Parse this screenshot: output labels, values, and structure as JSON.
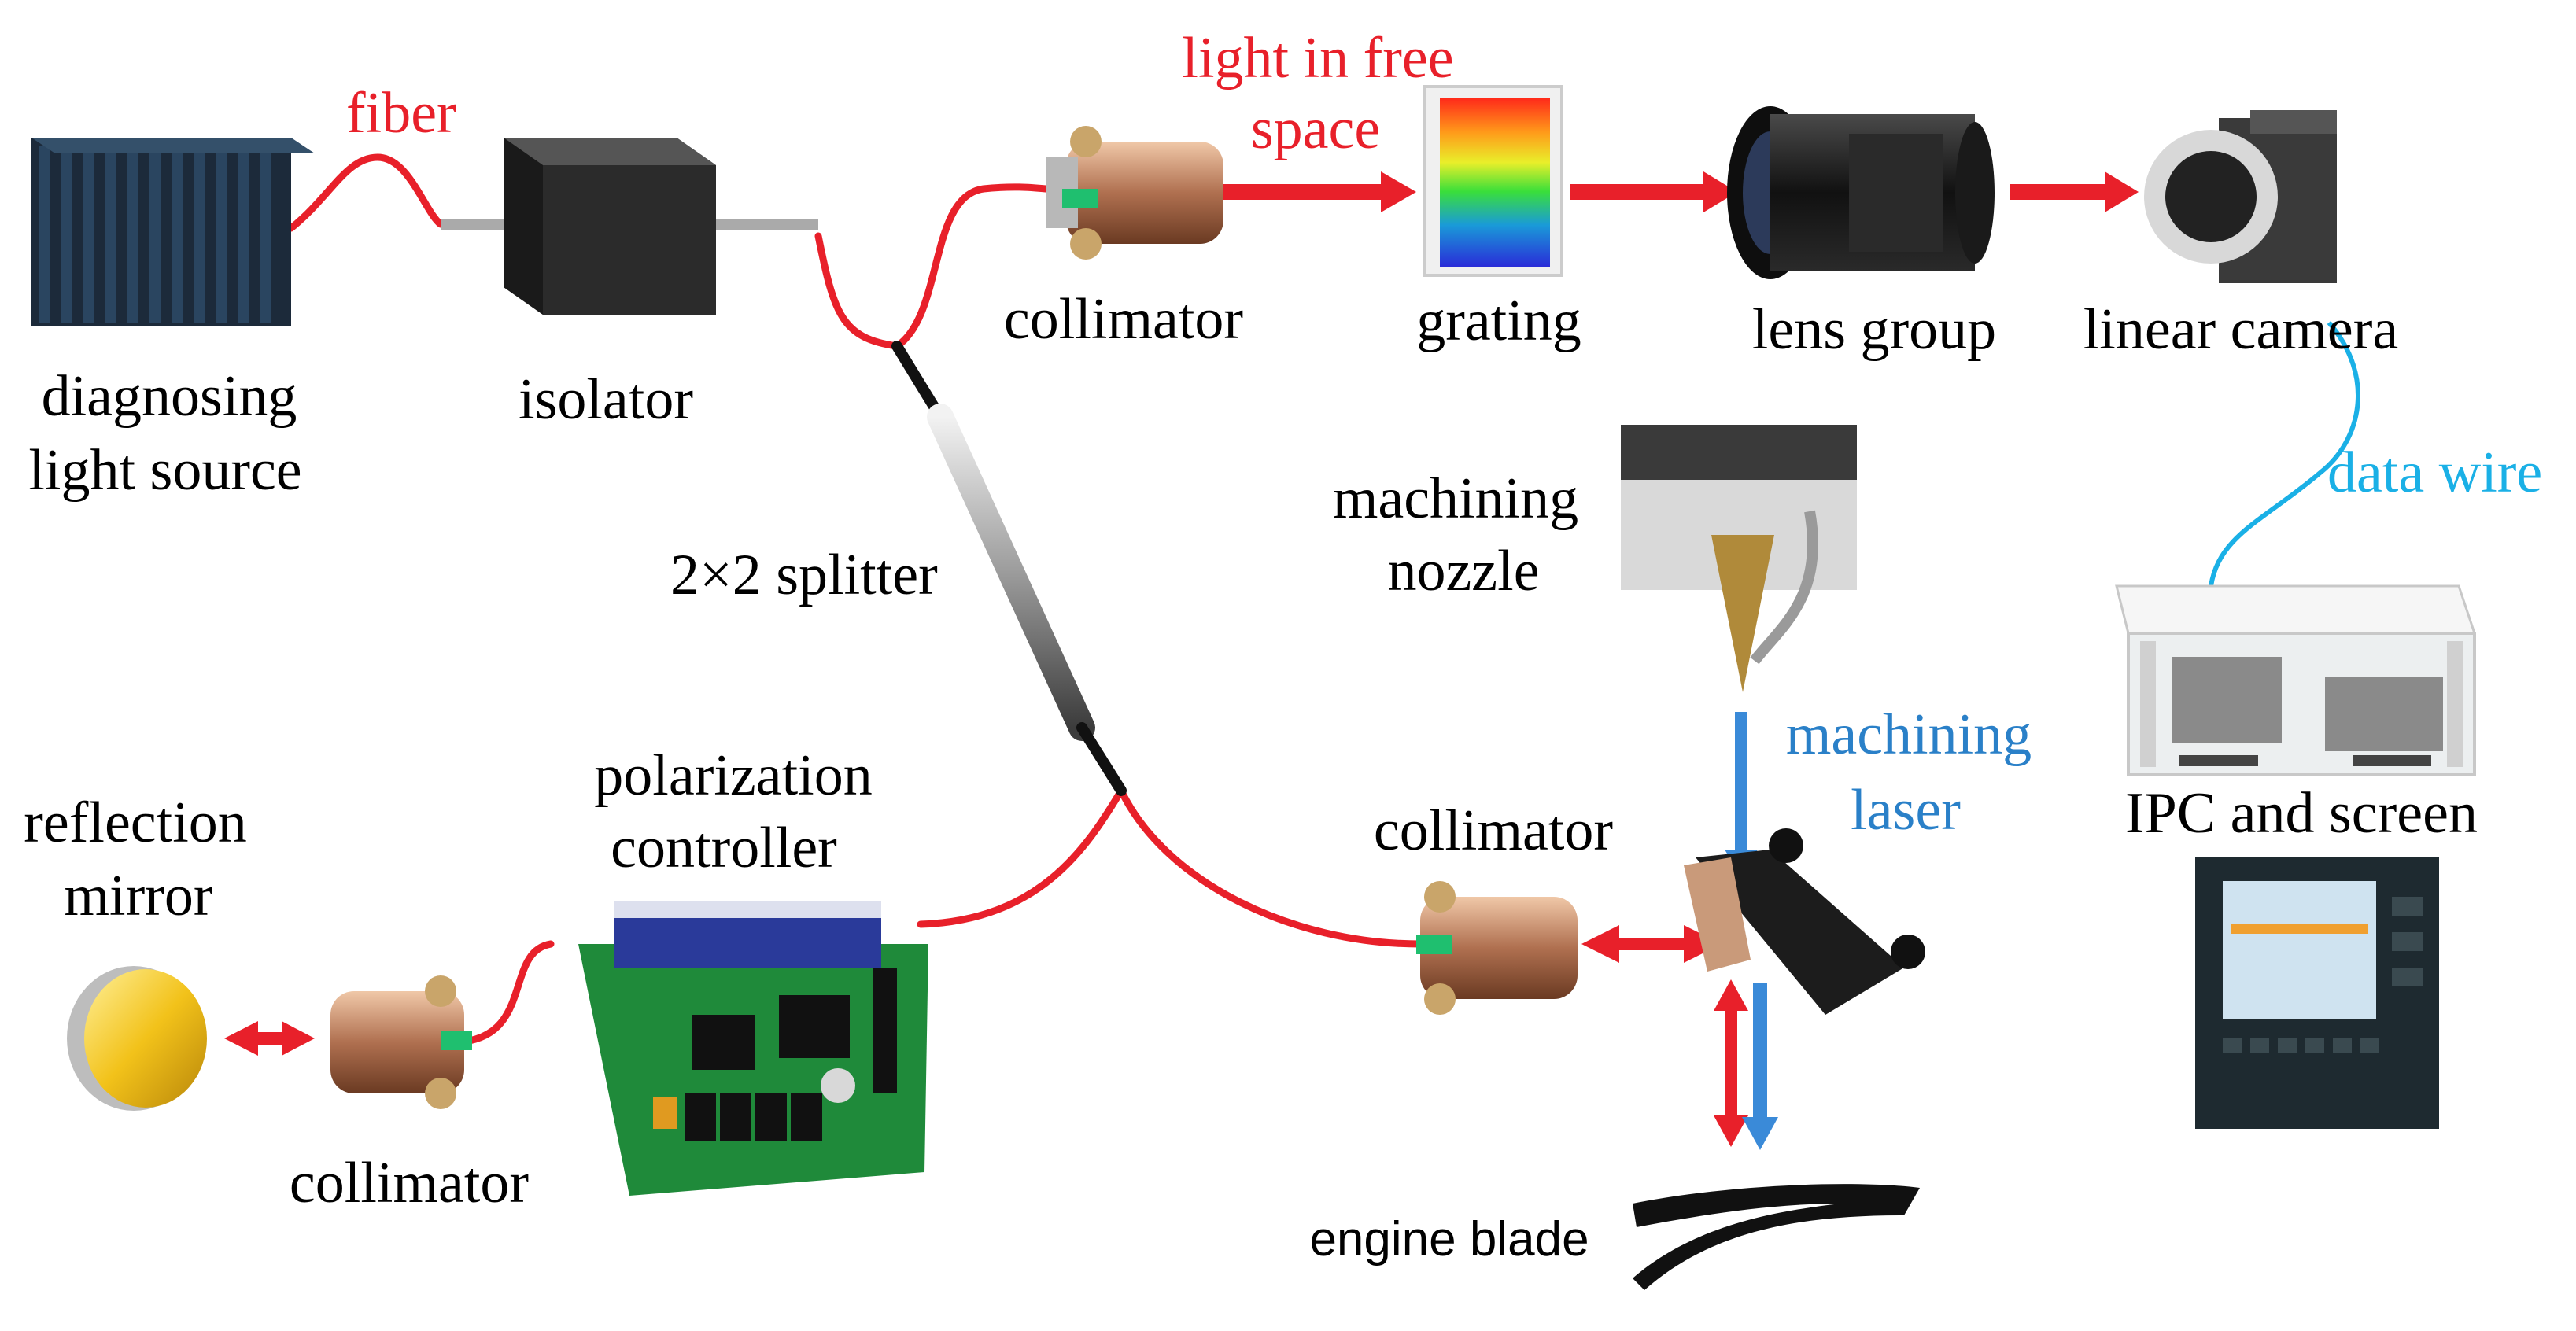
{
  "labels": {
    "fiber": "fiber",
    "light_in_free_space_1": "light in free",
    "light_in_free_space_2": "space",
    "diagnosing_1": "diagnosing",
    "diagnosing_2": "light source",
    "isolator": "isolator",
    "collimator_top": "collimator",
    "grating": "grating",
    "lens_group": "lens group",
    "linear_camera": "linear camera",
    "data_wire": "data wire",
    "splitter": "2×2 splitter",
    "machining_nozzle_1": "machining",
    "machining_nozzle_2": "nozzle",
    "machining_laser_1": "machining",
    "machining_laser_2": "laser",
    "ipc": "IPC and screen",
    "reflection_1": "reflection",
    "reflection_2": "mirror",
    "polarization_1": "polarization",
    "polarization_2": "controller",
    "collimator_mid": "collimator",
    "collimator_bottom": "collimator",
    "engine_blade": "engine blade"
  },
  "colors": {
    "fiber": "#e8202a",
    "data_wire": "#1ab0e6",
    "machining_laser": "#3a8ad8",
    "text_red": "#e8202a",
    "text_blue": "#2a80c8"
  },
  "icons": {
    "diagnosing_light_source": "heatsink-box-icon",
    "isolator": "isolator-box-icon",
    "collimator": "collimator-icon",
    "grating": "rainbow-grating-icon",
    "lens_group": "camera-lens-icon",
    "linear_camera": "linear-camera-icon",
    "splitter": "fiber-splitter-icon",
    "nozzle": "machining-nozzle-icon",
    "mirror_mount": "mirror-mount-icon",
    "ipc": "industrial-pc-icon",
    "screen": "control-screen-icon",
    "reflection_mirror": "gold-mirror-icon",
    "polarization_controller": "circuit-board-icon",
    "engine_blade": "engine-blade-icon"
  }
}
